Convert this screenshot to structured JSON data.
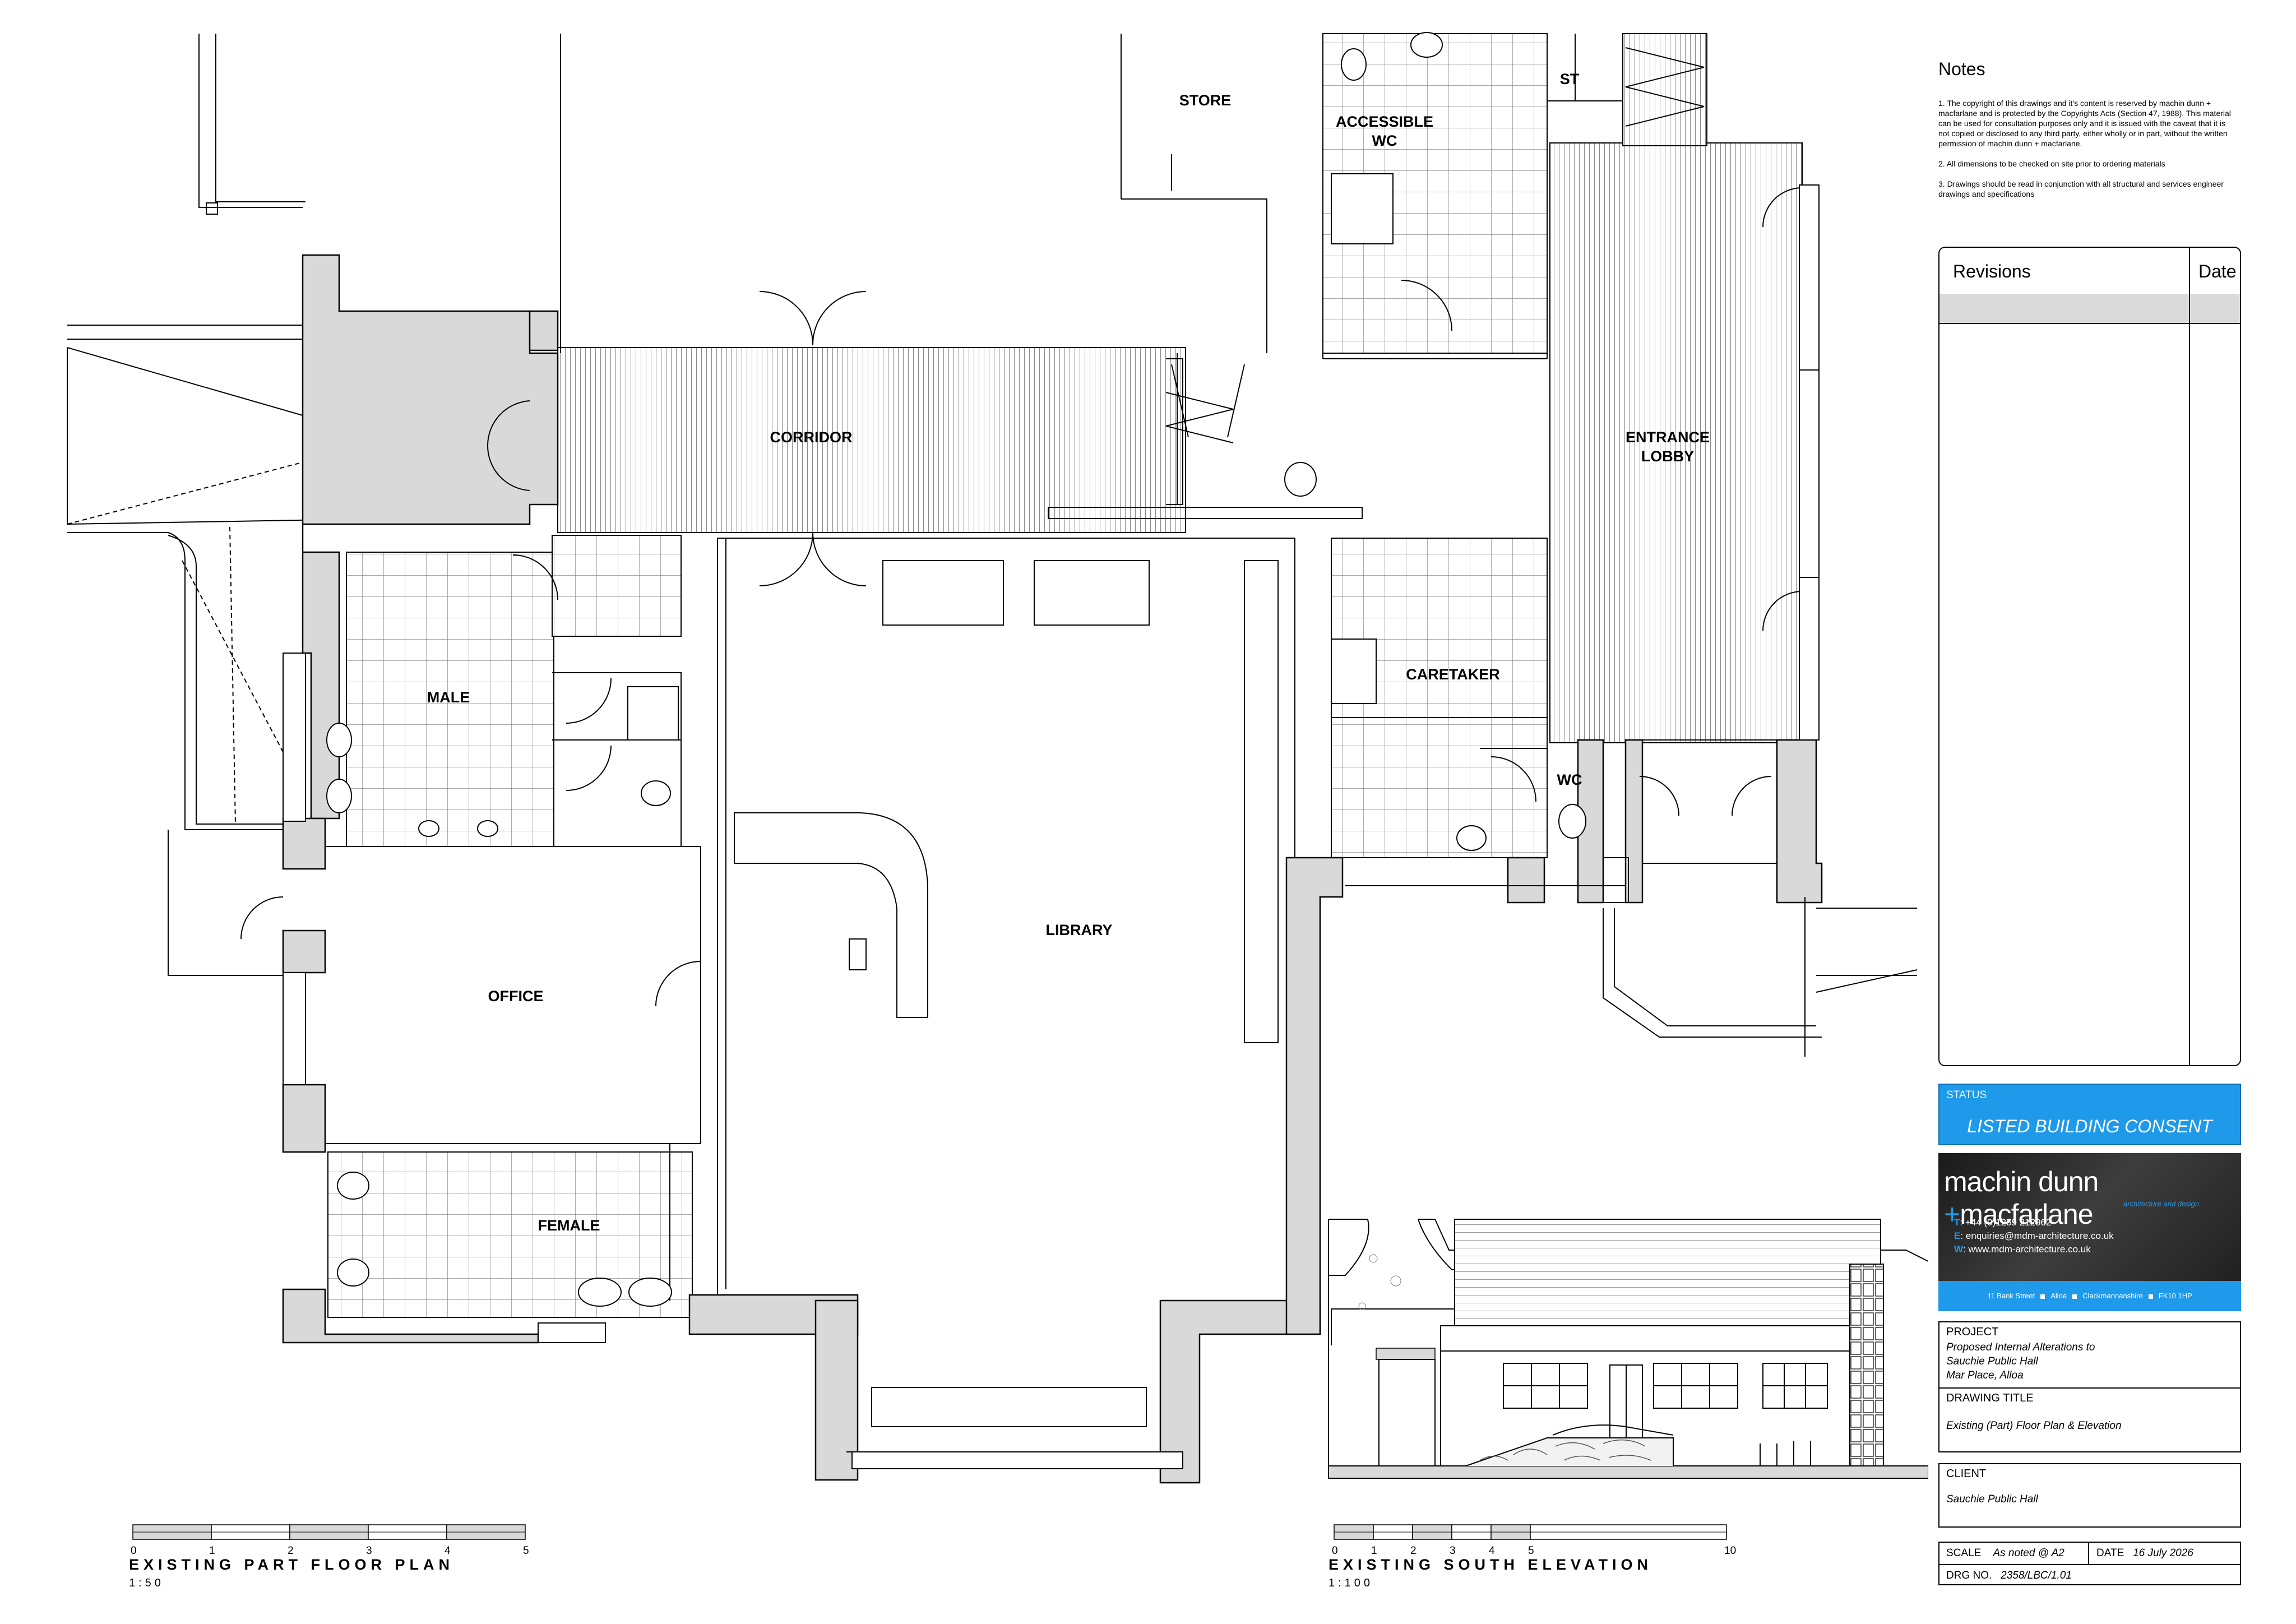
{
  "rooms": {
    "store": "STORE",
    "st": "ST",
    "accessible_wc_line1": "ACCESSIBLE",
    "accessible_wc_line2": "WC",
    "corridor": "CORRIDOR",
    "entrance_lobby_line1": "ENTRANCE",
    "entrance_lobby_line2": "LOBBY",
    "male": "MALE",
    "caretaker": "CARETAKER",
    "wc": "WC",
    "library": "LIBRARY",
    "office": "OFFICE",
    "female": "FEMALE"
  },
  "plan_scale": {
    "title": "EXISTING PART FLOOR PLAN",
    "ratio": "1:50",
    "ticks": [
      "0",
      "1",
      "2",
      "3",
      "4",
      "5"
    ]
  },
  "elevation_scale": {
    "title": "EXISTING SOUTH ELEVATION",
    "ratio": "1:100",
    "ticks": [
      "0",
      "1",
      "2",
      "3",
      "4",
      "5",
      "10"
    ]
  },
  "notes": {
    "heading": "Notes",
    "items": [
      "1.    The copyright of this drawings and it's content is reserved by machin dunn + macfarlane and is protected by the Copyrights Acts (Section 47, 1988). This material can be used for consultation purposes only and it is issued with the caveat that it is not copied or disclosed to any third party, either wholly or in part, without the written permission of machin dunn + macfarlane.",
      "2.    All dimensions to be checked on site prior to ordering materials",
      "3.  Drawings should be read in conjunction with all structural and services engineer drawings and specifications"
    ]
  },
  "revisions": {
    "title": "Revisions",
    "date_col": "Date"
  },
  "status": {
    "label": "STATUS",
    "value": "LISTED BUILDING CONSENT"
  },
  "logo": {
    "name_part1": "machin dunn",
    "plus": "+",
    "name_part2": "macfarlane",
    "tagline": "architecture and design",
    "phone_key": "T",
    "phone": ": +44 (0)1259 212962",
    "email_key": "E",
    "email": ": enquiries@mdm-architecture.co.uk",
    "web_key": "W",
    "web": ": www.mdm-architecture.co.uk",
    "address": [
      "11 Bank Street",
      "Alloa",
      "Clackmannanshire",
      "FK10 1HP"
    ]
  },
  "project": {
    "label": "PROJECT",
    "line1": "Proposed Internal Alterations to",
    "line2": "Sauchie Public Hall",
    "line3": "Mar Place, Alloa"
  },
  "drawing_title": {
    "label": "DRAWING TITLE",
    "value": "Existing (Part) Floor Plan & Elevation"
  },
  "client": {
    "label": "CLIENT",
    "value": "Sauchie Public Hall"
  },
  "footer": {
    "scale_label": "SCALE",
    "scale_value": "As noted @ A2",
    "date_label": "DATE",
    "date_value": "16 July 2026",
    "drg_label": "DRG NO.",
    "drg_value": "2358/LBC/1.01"
  }
}
